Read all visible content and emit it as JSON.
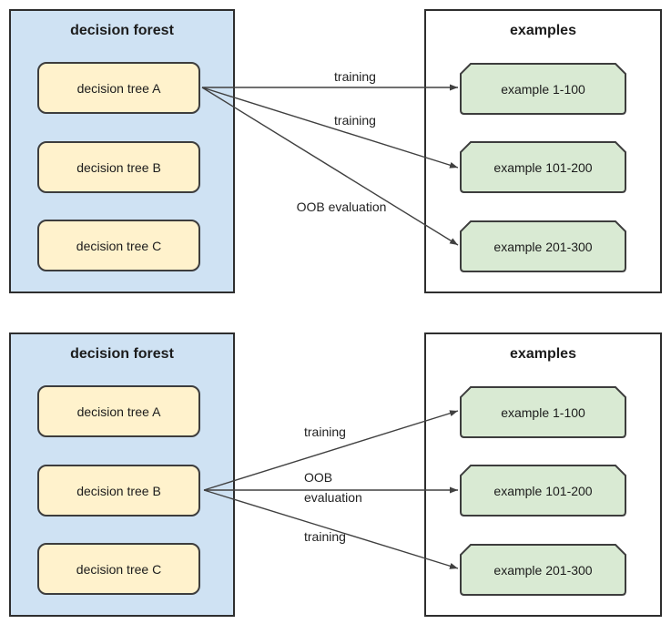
{
  "colors": {
    "forest_fill": "#cfe2f3",
    "tree_fill": "#fff2cc",
    "example_fill": "#d9ead3",
    "box_border": "#2e2e2e",
    "shape_border": "#3d3d3d",
    "arrow": "#404040",
    "text": "#1c1c1c"
  },
  "diagram1": {
    "forest": {
      "title": "decision forest",
      "trees": [
        "decision tree A",
        "decision tree B",
        "decision tree C"
      ]
    },
    "examples": {
      "title": "examples",
      "items": [
        "example 1-100",
        "example 101-200",
        "example 201-300"
      ]
    },
    "edges": [
      {
        "from": "decision tree A",
        "to": "example 1-100",
        "label": "training"
      },
      {
        "from": "decision tree A",
        "to": "example 101-200",
        "label": "training"
      },
      {
        "from": "decision tree A",
        "to": "example 201-300",
        "label": "OOB evaluation"
      }
    ]
  },
  "diagram2": {
    "forest": {
      "title": "decision forest",
      "trees": [
        "decision tree A",
        "decision tree B",
        "decision tree C"
      ]
    },
    "examples": {
      "title": "examples",
      "items": [
        "example 1-100",
        "example 101-200",
        "example 201-300"
      ]
    },
    "edges": [
      {
        "from": "decision tree B",
        "to": "example 1-100",
        "label": "training"
      },
      {
        "from": "decision tree B",
        "to": "example 101-200",
        "label": "OOB evaluation"
      },
      {
        "from": "decision tree B",
        "to": "example 201-300",
        "label": "training"
      }
    ]
  }
}
